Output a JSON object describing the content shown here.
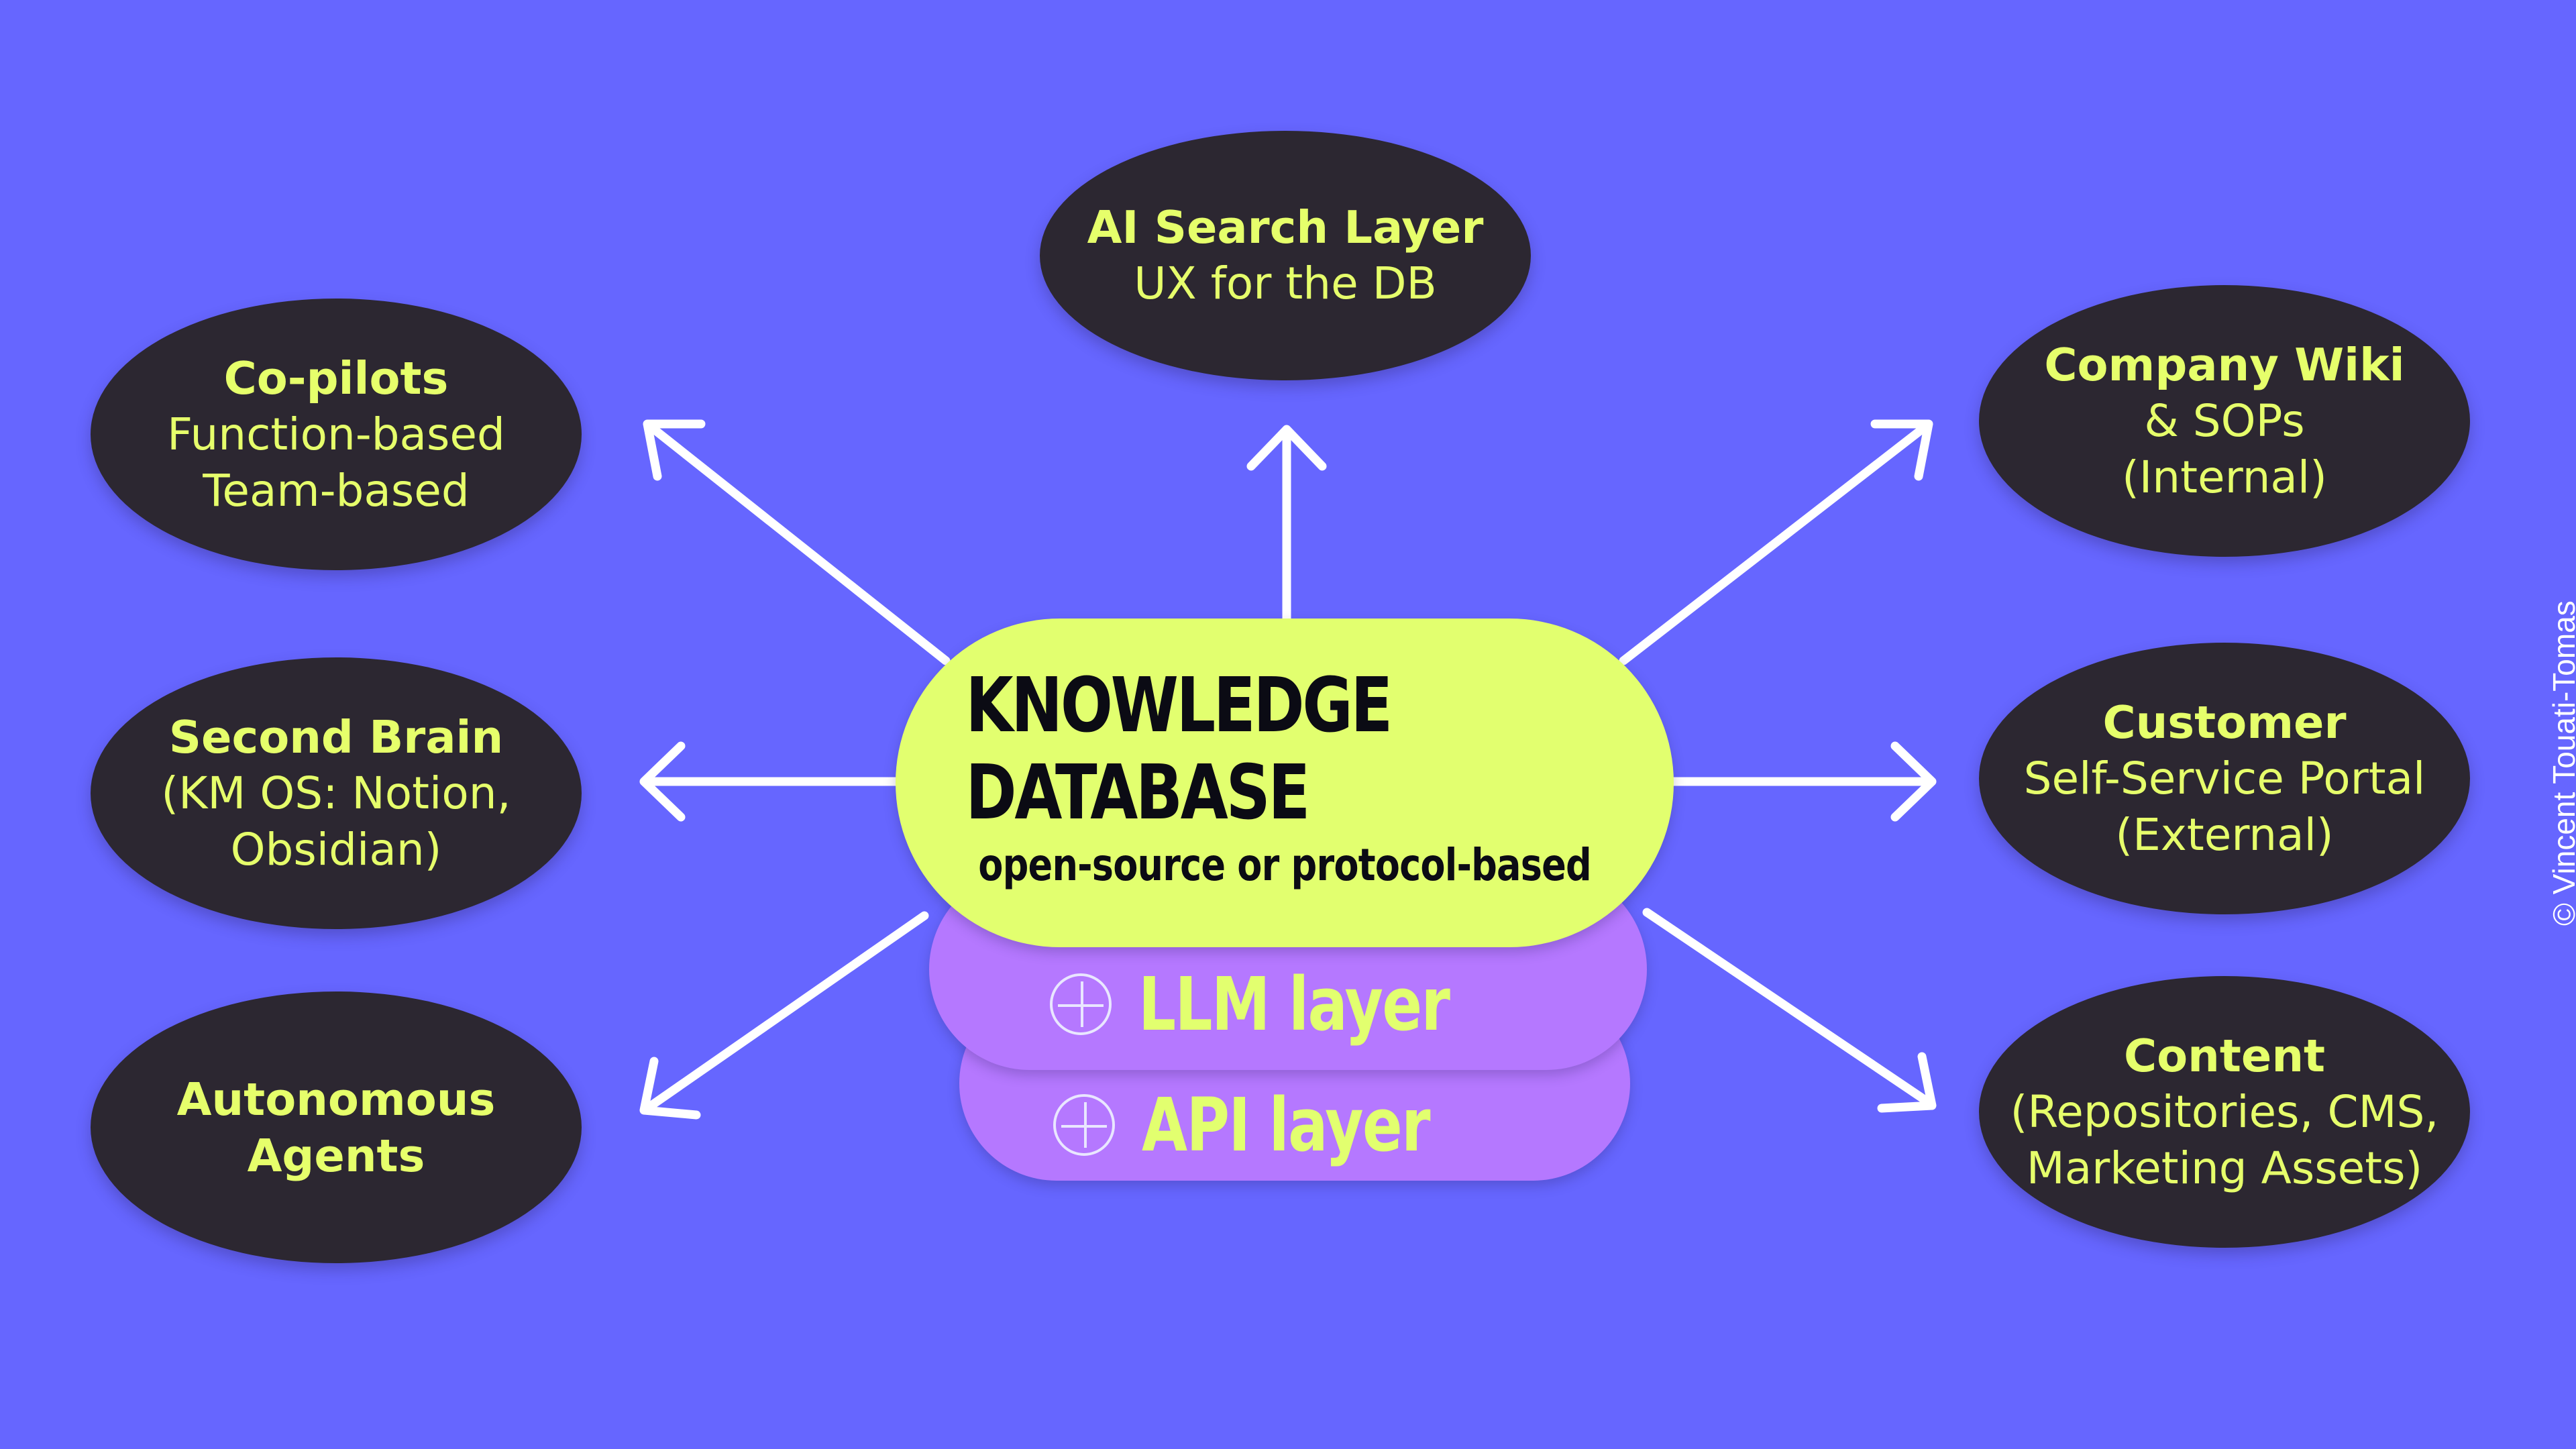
{
  "center": {
    "title": "KNOWLEDGE DATABASE",
    "subtitle": "open-source or protocol-based"
  },
  "layers": [
    {
      "label": "LLM layer",
      "icon": "plus-circle-icon"
    },
    {
      "label": "API layer",
      "icon": "plus-circle-icon"
    }
  ],
  "nodes": {
    "ai_search": {
      "title": "AI Search Layer",
      "lines": [
        "UX for the DB"
      ]
    },
    "copilots": {
      "title": "Co-pilots",
      "lines": [
        "Function-based",
        "Team-based"
      ]
    },
    "second_brain": {
      "title": "Second Brain",
      "lines": [
        "(KM OS: Notion,",
        "Obsidian)"
      ]
    },
    "autonomous": {
      "title": "Autonomous",
      "lines": [
        "Agents"
      ]
    },
    "company_wiki": {
      "title": "Company Wiki",
      "lines": [
        "& SOPs",
        "(Internal)"
      ]
    },
    "customer": {
      "title": "Customer",
      "lines": [
        "Self-Service Portal",
        "(External)"
      ]
    },
    "content": {
      "title": "Content",
      "lines": [
        "(Repositories, CMS,",
        "Marketing Assets)"
      ]
    }
  },
  "copyright": "© Vincent Touati-Tomas",
  "colors": {
    "background": "#6666ff",
    "node_fill": "#2c2731",
    "node_text": "#e6ff6b",
    "center_fill": "#e2ff6f",
    "layer_fill": "#b578ff",
    "arrow": "#ffffff"
  }
}
